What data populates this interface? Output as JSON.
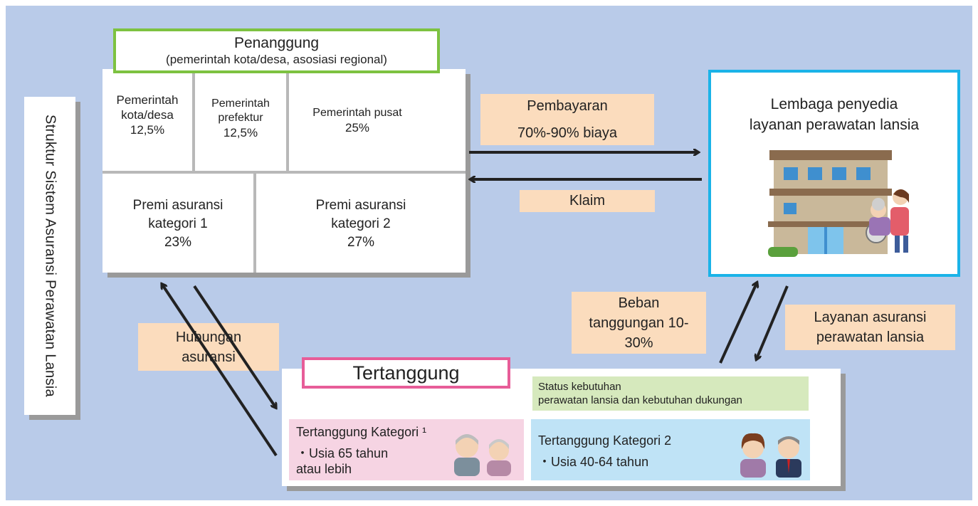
{
  "vertical_title": "Struktur Sistem Asuransi Perawatan Lansia",
  "insurer": {
    "title": "Penanggung",
    "subtitle": "(pemerintah kota/desa, asosiasi regional)",
    "cells": [
      {
        "label": "Pemerintah\nkota/desa",
        "value": "12,5%"
      },
      {
        "label": "Pemerintah\nprefektur",
        "value": "12,5%"
      },
      {
        "label": "Pemerintah pusat",
        "value": "25%"
      },
      {
        "label": "Premi asuransi\nkategori 1",
        "value": "23%"
      },
      {
        "label": "Premi asuransi\nkategori 2",
        "value": "27%"
      }
    ]
  },
  "provider": {
    "title": "Lembaga penyedia\nlayanan perawatan lansia"
  },
  "flows": {
    "payment_title": "Pembayaran",
    "payment_value": "70%-90% biaya",
    "claim": "Klaim",
    "relation": "Hubungan\nasuransi",
    "burden": "Beban\ntanggungan 10-\n30%",
    "service": "Layanan asuransi\nperawatan lansia"
  },
  "insured": {
    "title": "Tertanggung",
    "status": "Status kebutuhan\nperawatan lansia dan kebutuhan dukungan",
    "cat1": {
      "title": "Tertanggung Kategori ¹",
      "line1": "・Usia 65 tahun",
      "line2": "atau lebih"
    },
    "cat2": {
      "title": "Tertanggung Kategori 2",
      "line1": "・Usia 40-64 tahun"
    }
  },
  "colors": {
    "background": "#b9cbe9",
    "insurer_border": "#7dc241",
    "provider_border": "#1ab3e8",
    "insured_border": "#e75d98",
    "peach": "#fbdcbd",
    "status_green": "#d6e9bd",
    "cat1_pink": "#f6d4e3",
    "cat2_blue": "#bfe3f6"
  }
}
